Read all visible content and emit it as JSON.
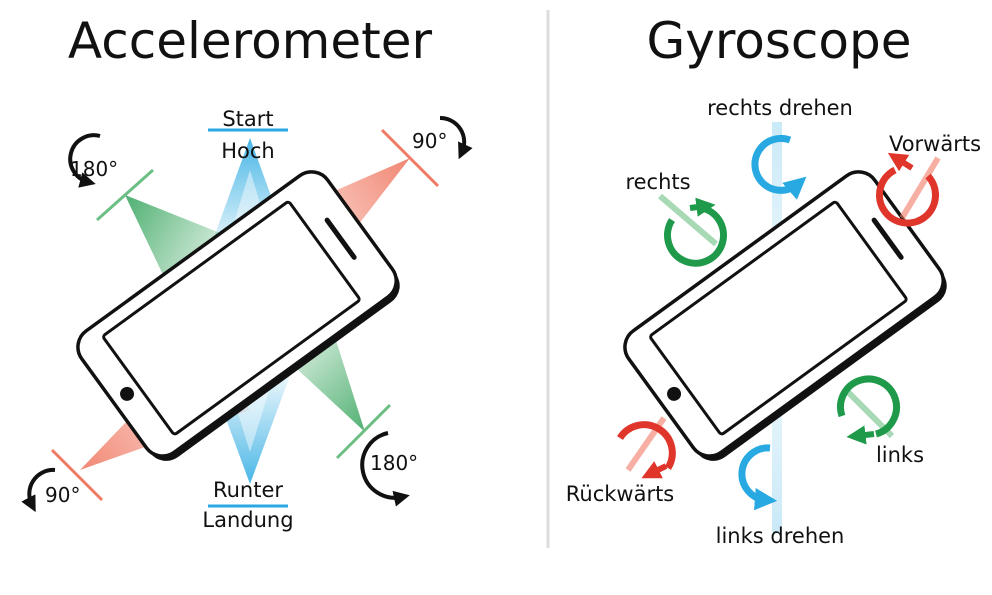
{
  "panels": {
    "accelerometer": {
      "title": "Accelerometer",
      "labels": {
        "start": "Start",
        "hoch": "Hoch",
        "runter": "Runter",
        "landung": "Landung",
        "deg_top_left": "180°",
        "deg_top_right": "90°",
        "deg_bottom_left": "90°",
        "deg_bottom_right": "180°"
      }
    },
    "gyroscope": {
      "title": "Gyroscope",
      "labels": {
        "rechts_drehen": "rechts drehen",
        "links_drehen": "links drehen",
        "rechts": "rechts",
        "links": "links",
        "vorwaerts": "Vorwärts",
        "rueckwaerts": "Rückwärts"
      }
    }
  },
  "colors": {
    "blue": "#29a9e1",
    "red": "#e0352b",
    "green": "#1f9a4a",
    "salmon": "#f07a64",
    "mint": "#6cbf84",
    "divider": "#dddddd",
    "ink": "#111111"
  }
}
